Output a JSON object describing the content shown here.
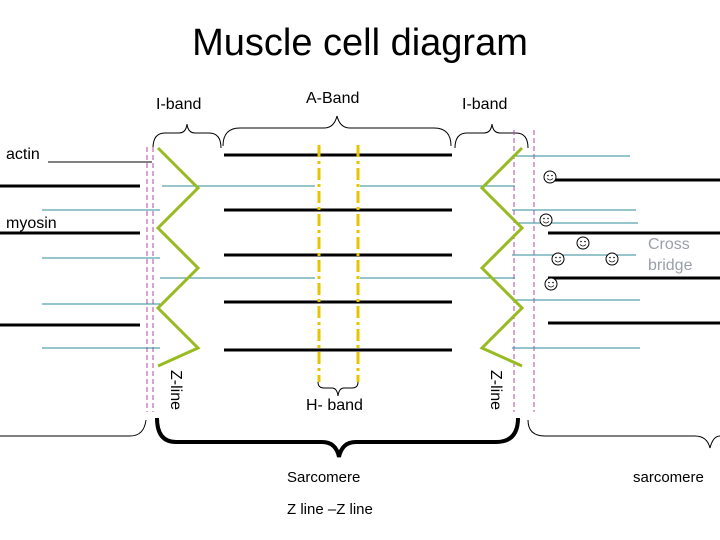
{
  "diagram": {
    "title": "Muscle cell diagram",
    "labels": {
      "i_band_left": "I-band",
      "a_band": "A-Band",
      "i_band_right": "I-band",
      "actin": "actin",
      "myosin": "myosin",
      "cross_bridge": "Cross bridge",
      "z_line_left": "Z-line",
      "z_line_right": "Z-line",
      "h_band": "H- band",
      "sarcomere": "Sarcomere",
      "z_to_z": "Z line –Z line",
      "sarcomere_right": "sarcomere"
    },
    "colors": {
      "actin": "#2e8b9a",
      "myosin": "#000000",
      "z_line": "#99bb22",
      "dashed_boundary": "#b04aa8",
      "h_zone": "#e8c400",
      "cross_bridge_label": "#9a9fa8"
    },
    "icons": [
      "smiley-icon"
    ]
  }
}
